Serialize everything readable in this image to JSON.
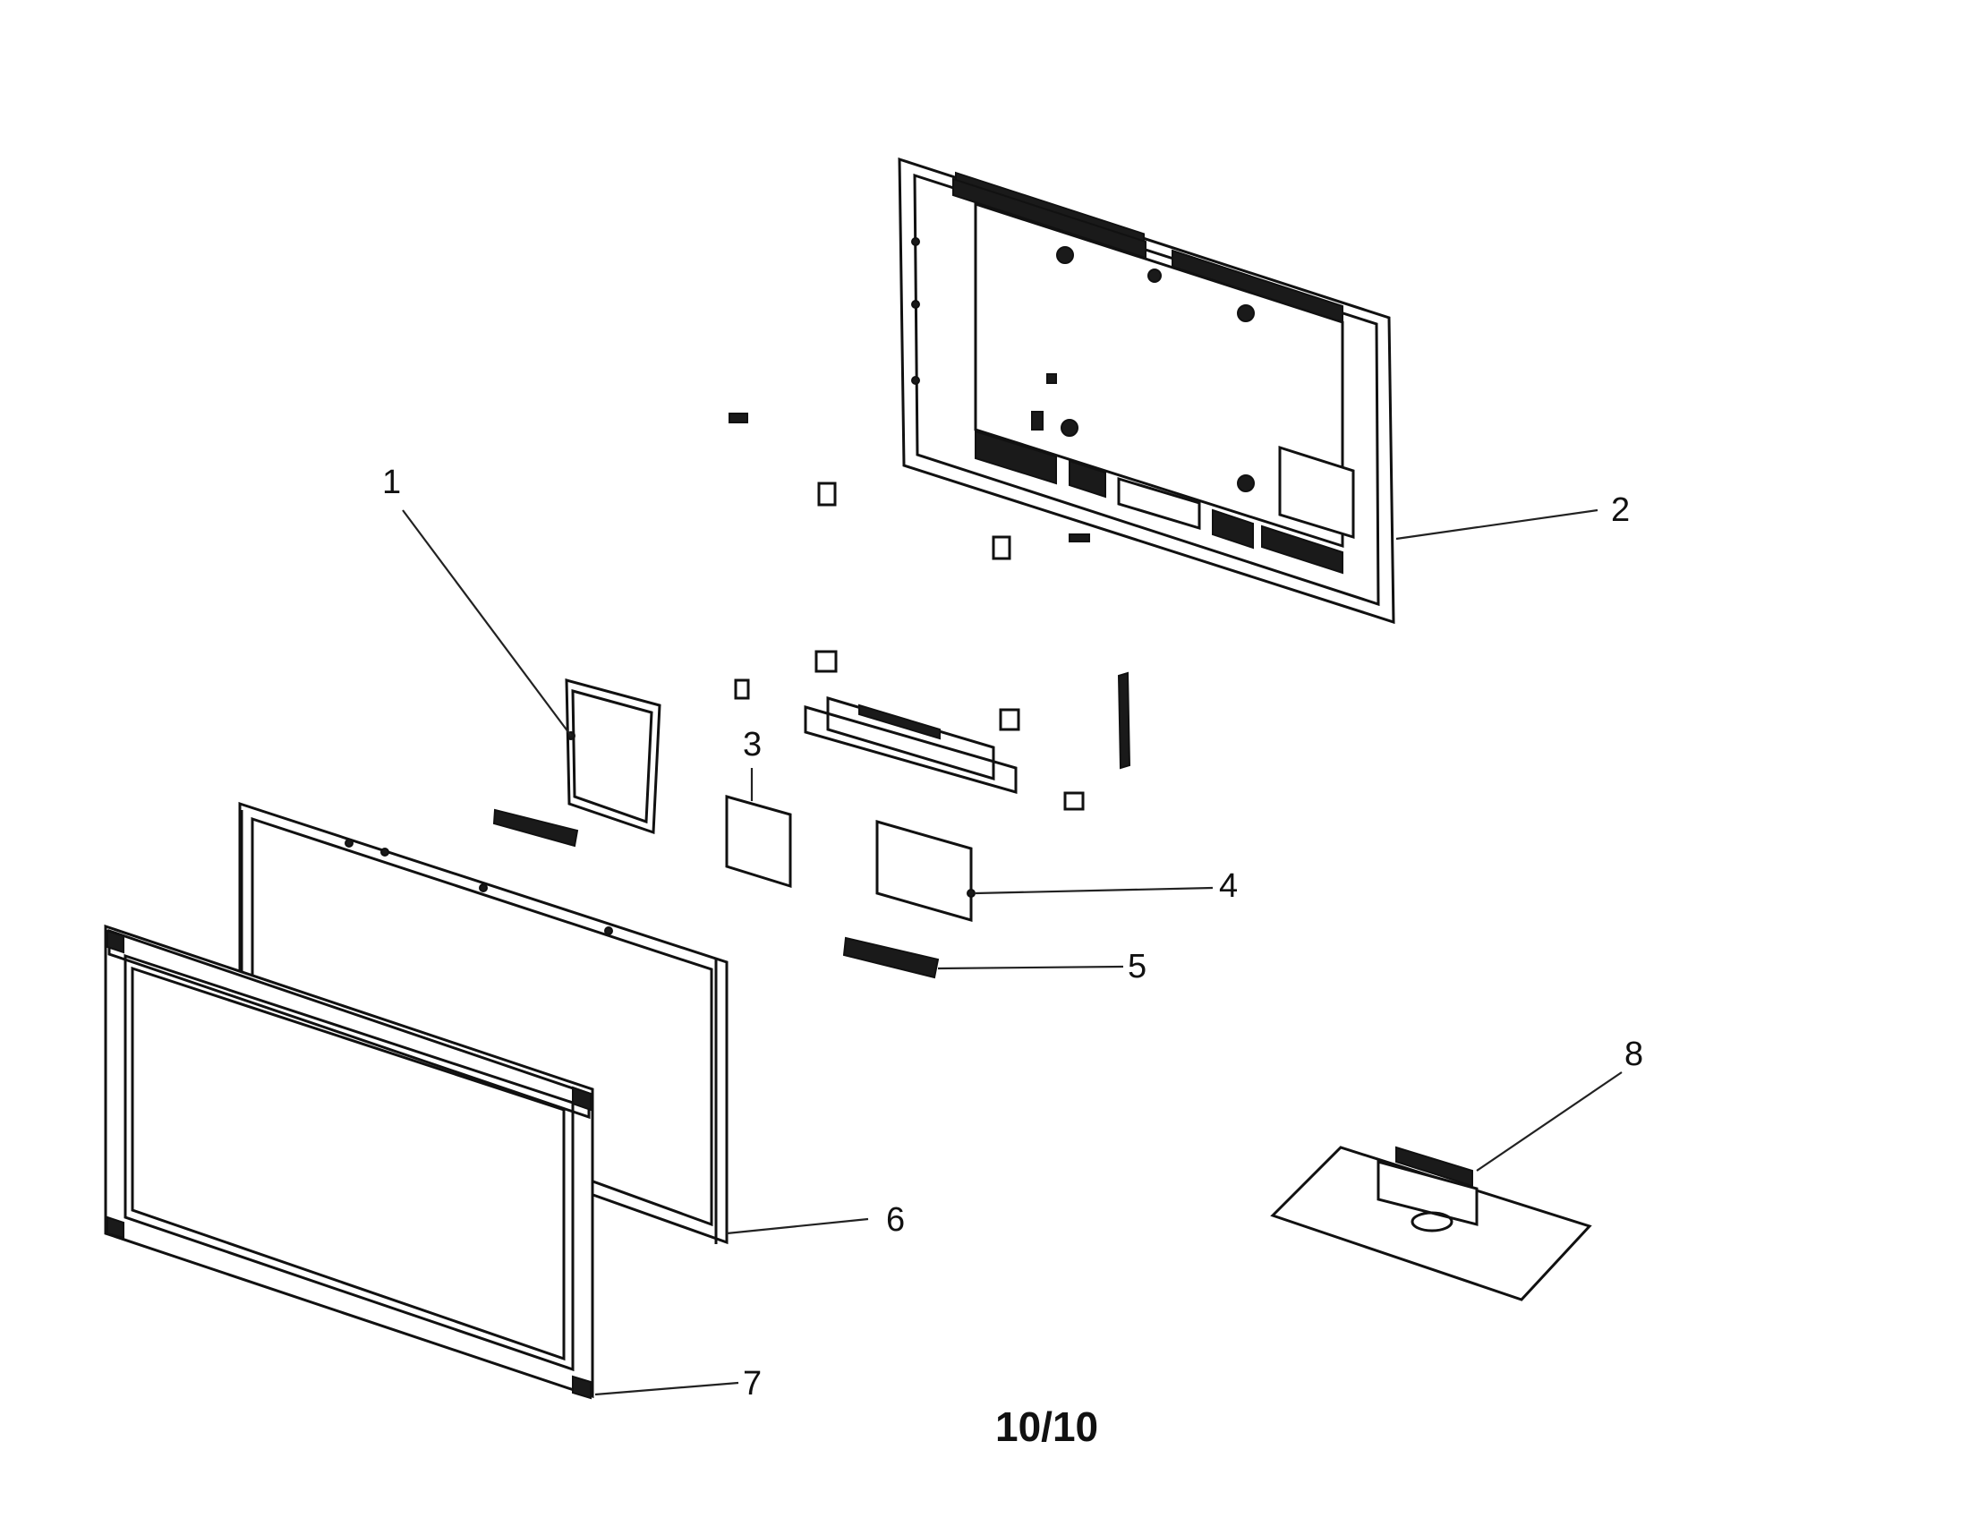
{
  "diagram": {
    "callouts": [
      {
        "id": "1",
        "label": "1"
      },
      {
        "id": "2",
        "label": "2"
      },
      {
        "id": "3",
        "label": "3"
      },
      {
        "id": "4",
        "label": "4"
      },
      {
        "id": "5",
        "label": "5"
      },
      {
        "id": "6",
        "label": "6"
      },
      {
        "id": "7",
        "label": "7"
      },
      {
        "id": "8",
        "label": "8"
      }
    ],
    "page_number": "10/10"
  },
  "colors": {
    "ink": "#111111",
    "background": "#ffffff"
  }
}
